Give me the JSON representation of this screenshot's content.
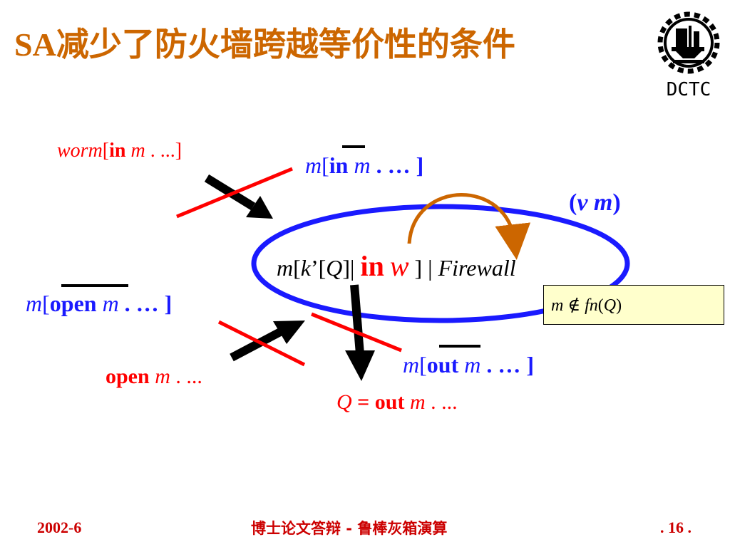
{
  "title": {
    "prefix": "SA",
    "rest": "减少了防火墙跨越等价性的条件"
  },
  "logo": {
    "text": "DCTC",
    "icon": "gear-emblem-icon"
  },
  "worm": {
    "name": "worm",
    "lbr": "[",
    "kw": "in",
    "m": "m",
    "tail": " . ...]"
  },
  "in_cap": {
    "m": "m",
    "lbr": "[",
    "kw": "in",
    "m2": "m",
    "tail": " . … ]"
  },
  "nu": {
    "lp": "(",
    "nu": "ν",
    "m": "m",
    "rp": ")"
  },
  "center": {
    "m": "m",
    "a": "[",
    "k": "k",
    "b": "’[",
    "q": "Q",
    "c": "]| ",
    "kw": "in",
    "w": "w",
    "d": " ] | ",
    "fw": "Firewall"
  },
  "open_cap": {
    "m": "m",
    "lbr": "[",
    "kw": "open",
    "m2": "m",
    "tail": " . … ]"
  },
  "open_proc": {
    "kw": "open",
    "m": "m",
    "tail": " . ..."
  },
  "out_cap": {
    "m": "m",
    "lbr": "[",
    "kw": "out",
    "m2": "m",
    "tail": " . … ]"
  },
  "q_out": {
    "q": "Q",
    "eq": " = ",
    "kw": "out",
    "m": "m",
    "tail": " . ..."
  },
  "constraint": {
    "m": "m",
    "op": " ∉ ",
    "fn": "fn",
    "lp": "(",
    "q": "Q",
    "rp": ")"
  },
  "footer": {
    "date": "2002-6",
    "center": "博士论文答辩 - 鲁棒灰箱演算",
    "page": ". 16 ."
  },
  "colors": {
    "title": "#cc6600",
    "ellipse": "#1a1aff",
    "red": "#ff0000",
    "blue": "#1a1aff",
    "curved_arrow": "#cc6600",
    "box_fill": "#ffffcc",
    "footer": "#cc0000"
  }
}
